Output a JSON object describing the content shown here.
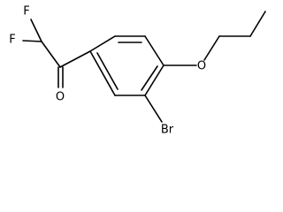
{
  "diagram": {
    "type": "chemical-structure",
    "atoms": {
      "fluorine_top": "F",
      "fluorine_left": "F",
      "oxygen_carbonyl": "O",
      "oxygen_ether": "O",
      "bromine": "Br"
    }
  }
}
